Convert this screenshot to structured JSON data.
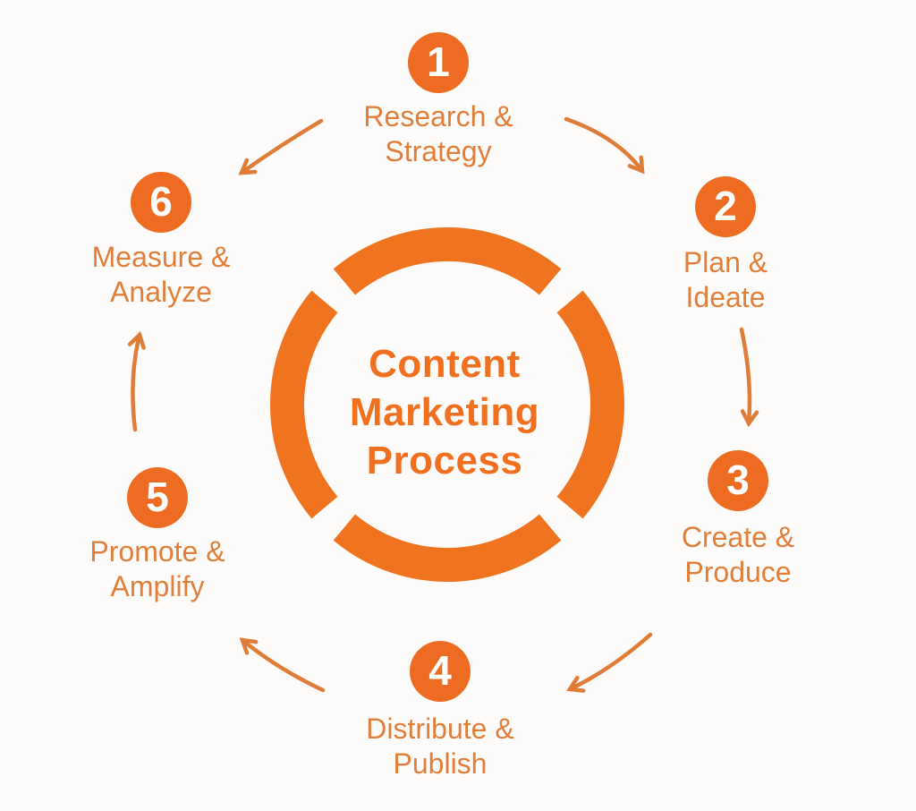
{
  "diagram": {
    "title_lines": [
      "Content",
      "Marketing",
      "Process"
    ],
    "steps": [
      {
        "number": "1",
        "line1": "Research &",
        "line2": "Strategy"
      },
      {
        "number": "2",
        "line1": "Plan &",
        "line2": "Ideate"
      },
      {
        "number": "3",
        "line1": "Create &",
        "line2": "Produce"
      },
      {
        "number": "4",
        "line1": "Distribute &",
        "line2": "Publish"
      },
      {
        "number": "5",
        "line1": "Promote &",
        "line2": "Amplify"
      },
      {
        "number": "6",
        "line1": "Measure &",
        "line2": "Analyze"
      }
    ],
    "arrows": [
      {
        "position": "top-right",
        "points_to_step": "2"
      },
      {
        "position": "right",
        "points_to_step": "3"
      },
      {
        "position": "bottom-right",
        "points_to_step": "4"
      },
      {
        "position": "bottom-left",
        "points_to_step": "5"
      },
      {
        "position": "left",
        "points_to_step": "6"
      },
      {
        "position": "top-left",
        "points_to_step": "6"
      }
    ],
    "colors": {
      "badge": "#ED6C22",
      "badge_number": "#FFFFFF",
      "ring": "#F0741F",
      "title": "#F1701F",
      "label": "#E07E3A",
      "arrow": "#DF7D38",
      "background": "#FDFCFB"
    }
  }
}
